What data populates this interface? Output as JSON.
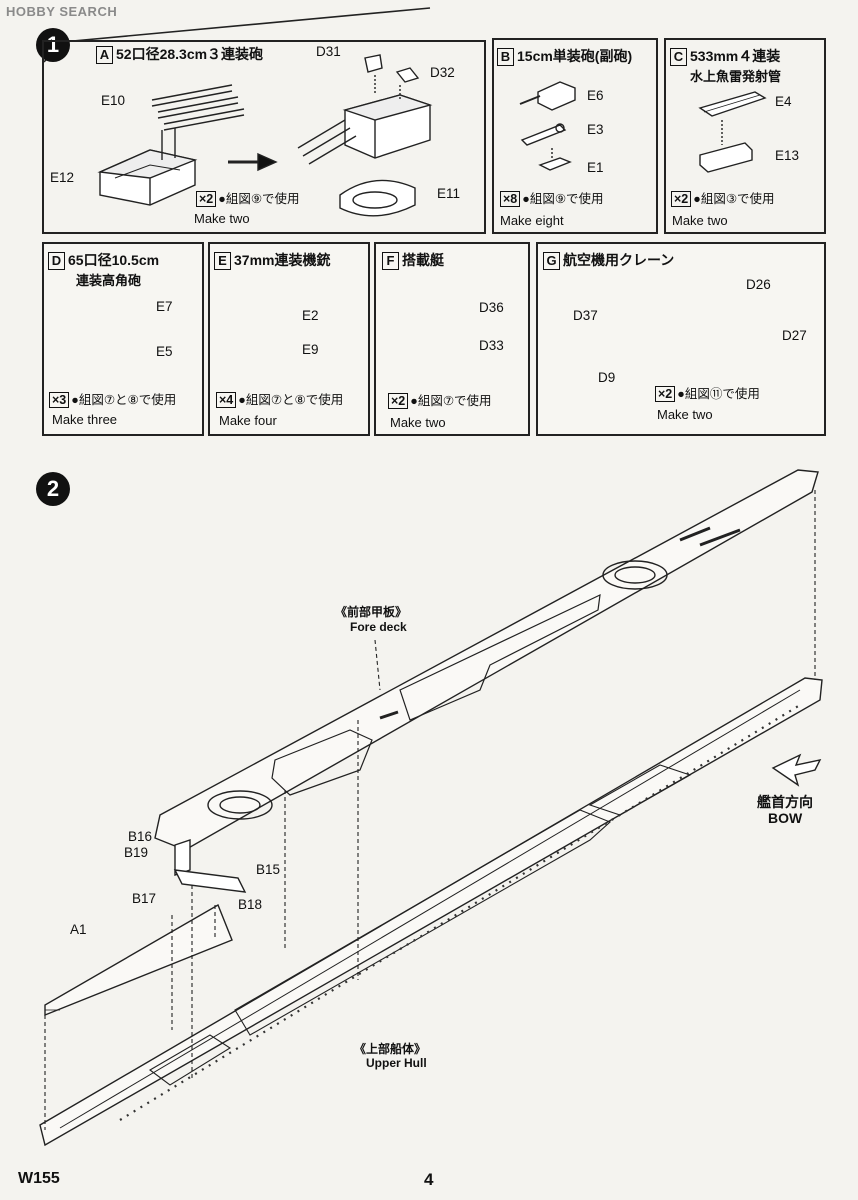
{
  "watermark": "HOBBY SEARCH",
  "steps": [
    "1",
    "2"
  ],
  "panels": {
    "a": {
      "letter": "A",
      "title": "52口径28.3cm３連装砲",
      "mult": "×2",
      "usage": "●組図⑨で使用",
      "make": "Make two",
      "labels": {
        "d31": "D31",
        "d32": "D32",
        "e10": "E10",
        "e12": "E12",
        "e11": "E11"
      }
    },
    "b": {
      "letter": "B",
      "title": "15cm単装砲(副砲)",
      "mult": "×8",
      "usage": "●組図⑨で使用",
      "make": "Make eight",
      "labels": {
        "e6": "E6",
        "e3": "E3",
        "e1": "E1"
      }
    },
    "c": {
      "letter": "C",
      "title": "533mm４連装",
      "title2": "水上魚雷発射管",
      "mult": "×2",
      "usage": "●組図③で使用",
      "make": "Make two",
      "labels": {
        "e4": "E4",
        "e13": "E13"
      }
    },
    "d": {
      "letter": "D",
      "title": "65口径10.5cm",
      "title2": "連装高角砲",
      "mult": "×3",
      "usage": "●組図⑦と⑧で使用",
      "make": "Make three",
      "labels": {
        "e7": "E7",
        "e5": "E5"
      }
    },
    "e": {
      "letter": "E",
      "title": "37mm連装機銃",
      "mult": "×4",
      "usage": "●組図⑦と⑧で使用",
      "make": "Make four",
      "labels": {
        "e2": "E2",
        "e9": "E9"
      }
    },
    "f": {
      "letter": "F",
      "title": "搭載艇",
      "mult": "×2",
      "usage": "●組図⑦で使用",
      "make": "Make two",
      "labels": {
        "d36": "D36",
        "d33": "D33"
      }
    },
    "g": {
      "letter": "G",
      "title": "航空機用クレーン",
      "mult": "×2",
      "usage": "●組図⑪で使用",
      "make": "Make two",
      "labels": {
        "d26": "D26",
        "d37": "D37",
        "d27": "D27",
        "d9": "D9"
      }
    }
  },
  "hull": {
    "fore_deck_jp": "《前部甲板》",
    "fore_deck_en": "Fore deck",
    "upper_hull_jp": "《上部船体》",
    "upper_hull_en": "Upper Hull",
    "bow_jp": "艦首方向",
    "bow_en": "BOW",
    "labels": {
      "b16": "B16",
      "b19": "B19",
      "b15": "B15",
      "b17": "B17",
      "b18": "B18",
      "a1": "A1"
    }
  },
  "footer": {
    "code": "W155",
    "page": "4"
  }
}
